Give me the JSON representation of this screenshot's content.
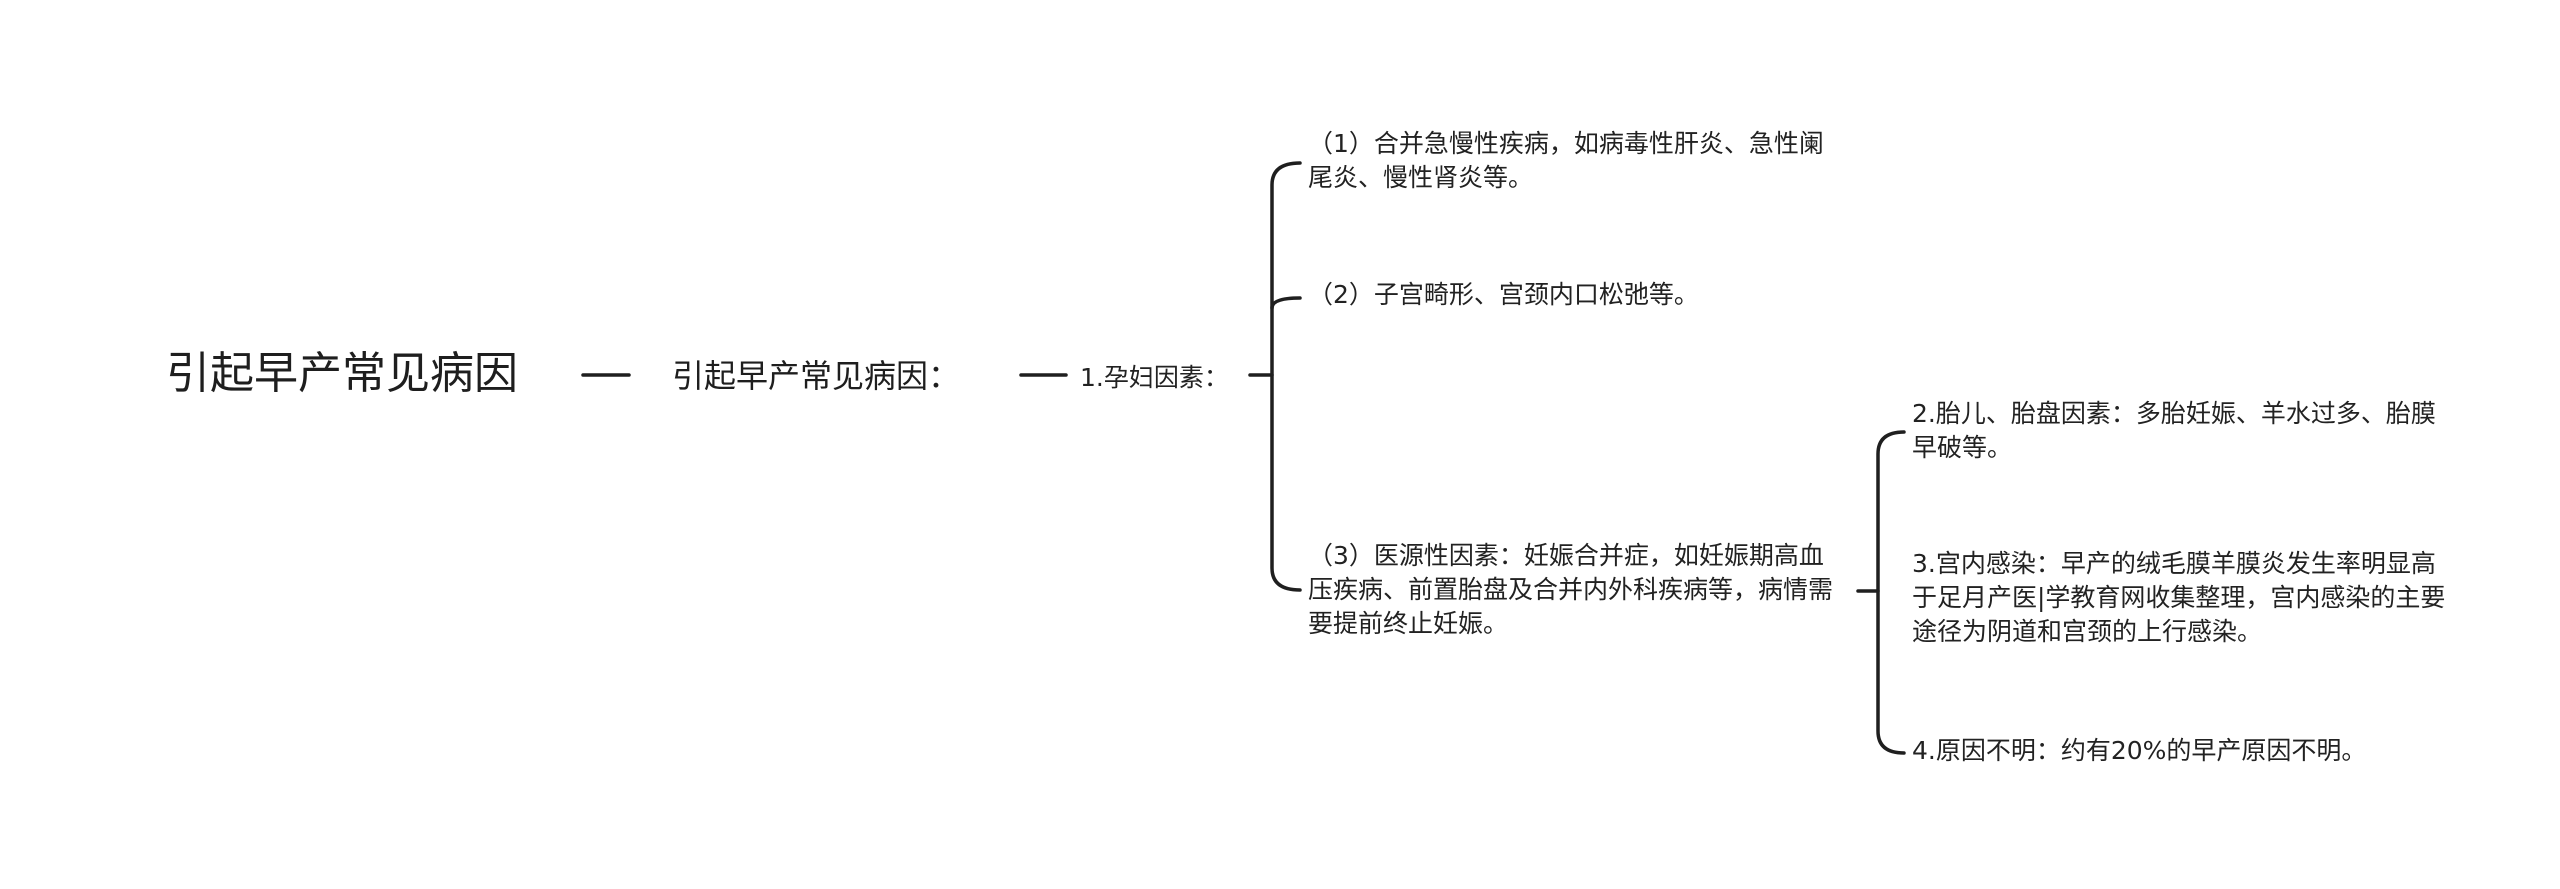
{
  "colors": {
    "background": "#ffffff",
    "text": "#222222",
    "connector": "#1f1f1f"
  },
  "mindmap": {
    "root": "引起早产常见病因",
    "level1": "引起早产常见病因：",
    "level2": "1.孕妇因素：",
    "group_a": [
      "（1）合并急慢性疾病，如病毒性肝炎、急性阑尾炎、慢性肾炎等。",
      "（2）子宫畸形、宫颈内口松弛等。",
      "（3）医源性因素：妊娠合并症，如妊娠期高血压疾病、前置胎盘及合并内外科疾病等，病情需要提前终止妊娠。"
    ],
    "group_b": [
      "2.胎儿、胎盘因素：多胎妊娠、羊水过多、胎膜早破等。",
      "3.宫内感染：早产的绒毛膜羊膜炎发生率明显高于足月产医|学教育网收集整理，宫内感染的主要途径为阴道和宫颈的上行感染。",
      "4.原因不明：约有20%的早产原因不明。"
    ]
  }
}
